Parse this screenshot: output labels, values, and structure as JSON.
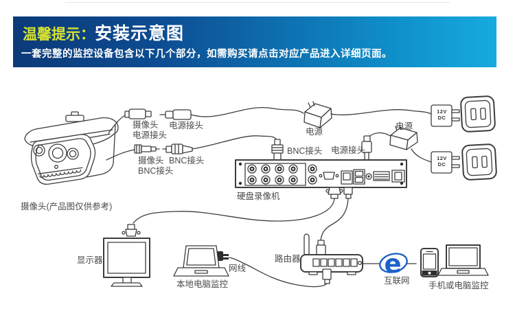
{
  "header": {
    "tip": "温馨提示：",
    "title": "安装示意图",
    "subtitle": "一套完整的监控设备包含以下几个部分，如需购买请点击对应产品进入详细页面。"
  },
  "labels": {
    "cam_power_1": "摄像头",
    "cam_power_2": "电源接头",
    "power_plug": "电源接头",
    "cam_bnc_1": "摄像头",
    "cam_bnc_2": "BNC接头",
    "bnc_plug": "BNC接头",
    "camera_caption": "摄像头(产品图仅供参考)",
    "power_adapter": "电源",
    "dvr_bnc": "BNC接头",
    "power_adapter_2": "电源",
    "dvr_power_plug": "电源接头",
    "dvr": "硬盘录像机",
    "monitor": "显示器",
    "local_pc": "本地电脑监控",
    "network_cable": "网线",
    "router": "路由器",
    "internet": "互联网",
    "mobile_pc": "手机或电脑监控"
  },
  "psu": {
    "line1": "12V",
    "line2": "DC"
  },
  "icons": {
    "internet_letter": "e"
  },
  "colors": {
    "banner_start": "#0c3a78",
    "banner_end": "#16abdf",
    "tip_yellow": "#d9e431",
    "line": "#3c3c3c",
    "label": "#4b4b4b",
    "ie_blue": "#1a62c8"
  }
}
